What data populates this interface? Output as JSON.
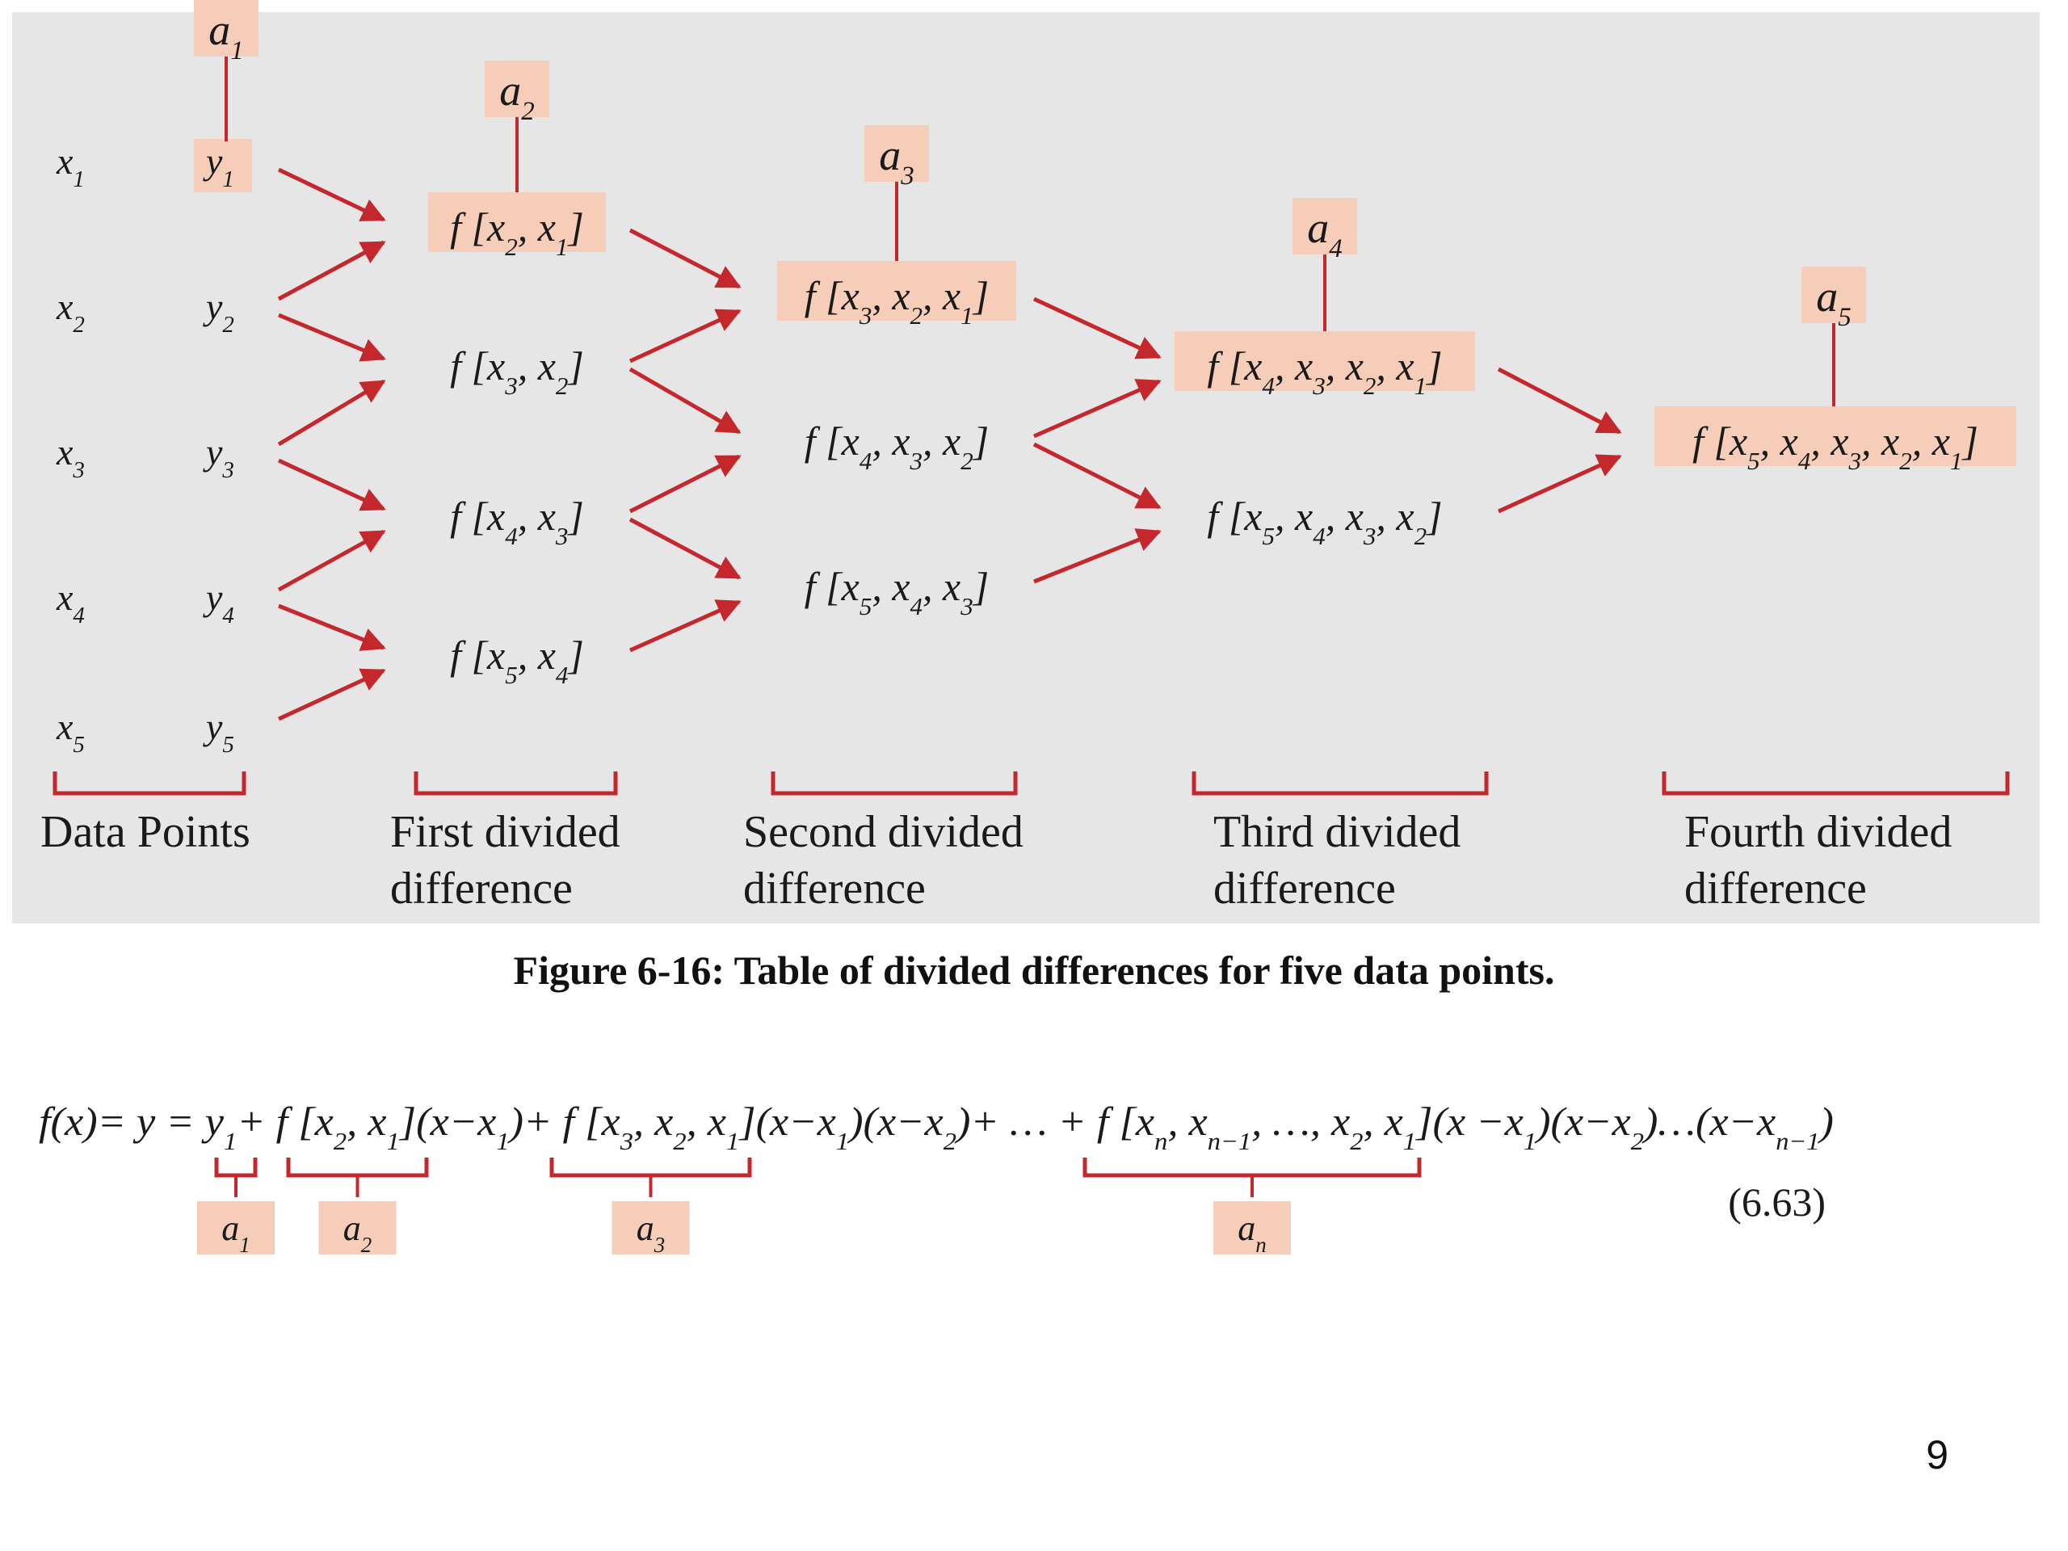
{
  "figure": {
    "columns": [
      {
        "id": "data",
        "label_lines": [
          "Data Points"
        ],
        "x_items": [
          "x1",
          "x2",
          "x3",
          "x4",
          "x5"
        ],
        "y_items": [
          "y1",
          "y2",
          "y3",
          "y4",
          "y5"
        ],
        "coef": "a1"
      },
      {
        "id": "first",
        "label_lines": [
          "First divided",
          "difference"
        ],
        "items": [
          "f [x2, x1]",
          "f [x3, x2]",
          "f [x4, x3]",
          "f [x5, x4]"
        ],
        "coef": "a2"
      },
      {
        "id": "second",
        "label_lines": [
          "Second divided",
          "difference"
        ],
        "items": [
          "f [x3, x2, x1]",
          "f [x4, x3, x2]",
          "f [x5, x4, x3]"
        ],
        "coef": "a3"
      },
      {
        "id": "third",
        "label_lines": [
          "Third divided",
          "difference"
        ],
        "items": [
          "f [x4, x3, x2, x1]",
          "f [x5, x4, x3, x2]"
        ],
        "coef": "a4"
      },
      {
        "id": "fourth",
        "label_lines": [
          "Fourth divided",
          "difference"
        ],
        "items": [
          "f [x5, x4, x3, x2, x1]"
        ],
        "coef": "a5"
      }
    ],
    "caption": "Figure 6-16:  Table of divided differences for five data points."
  },
  "equation": {
    "text": "f(x)= y = y1+ f [x2, x1](x−x1)+ f [x3, x2, x1](x−x1)(x−x2)+ … + f [xn, xn−1, …, x2, x1](x −x1)(x−x2)…(x−xn−1)",
    "coefficients": [
      "a1",
      "a2",
      "a3",
      "an"
    ],
    "number": "(6.63)"
  },
  "page_number": "9",
  "colors": {
    "highlight": "#f6cdb9",
    "arrow": "#c4282d",
    "panel": "#e6e6e6"
  }
}
